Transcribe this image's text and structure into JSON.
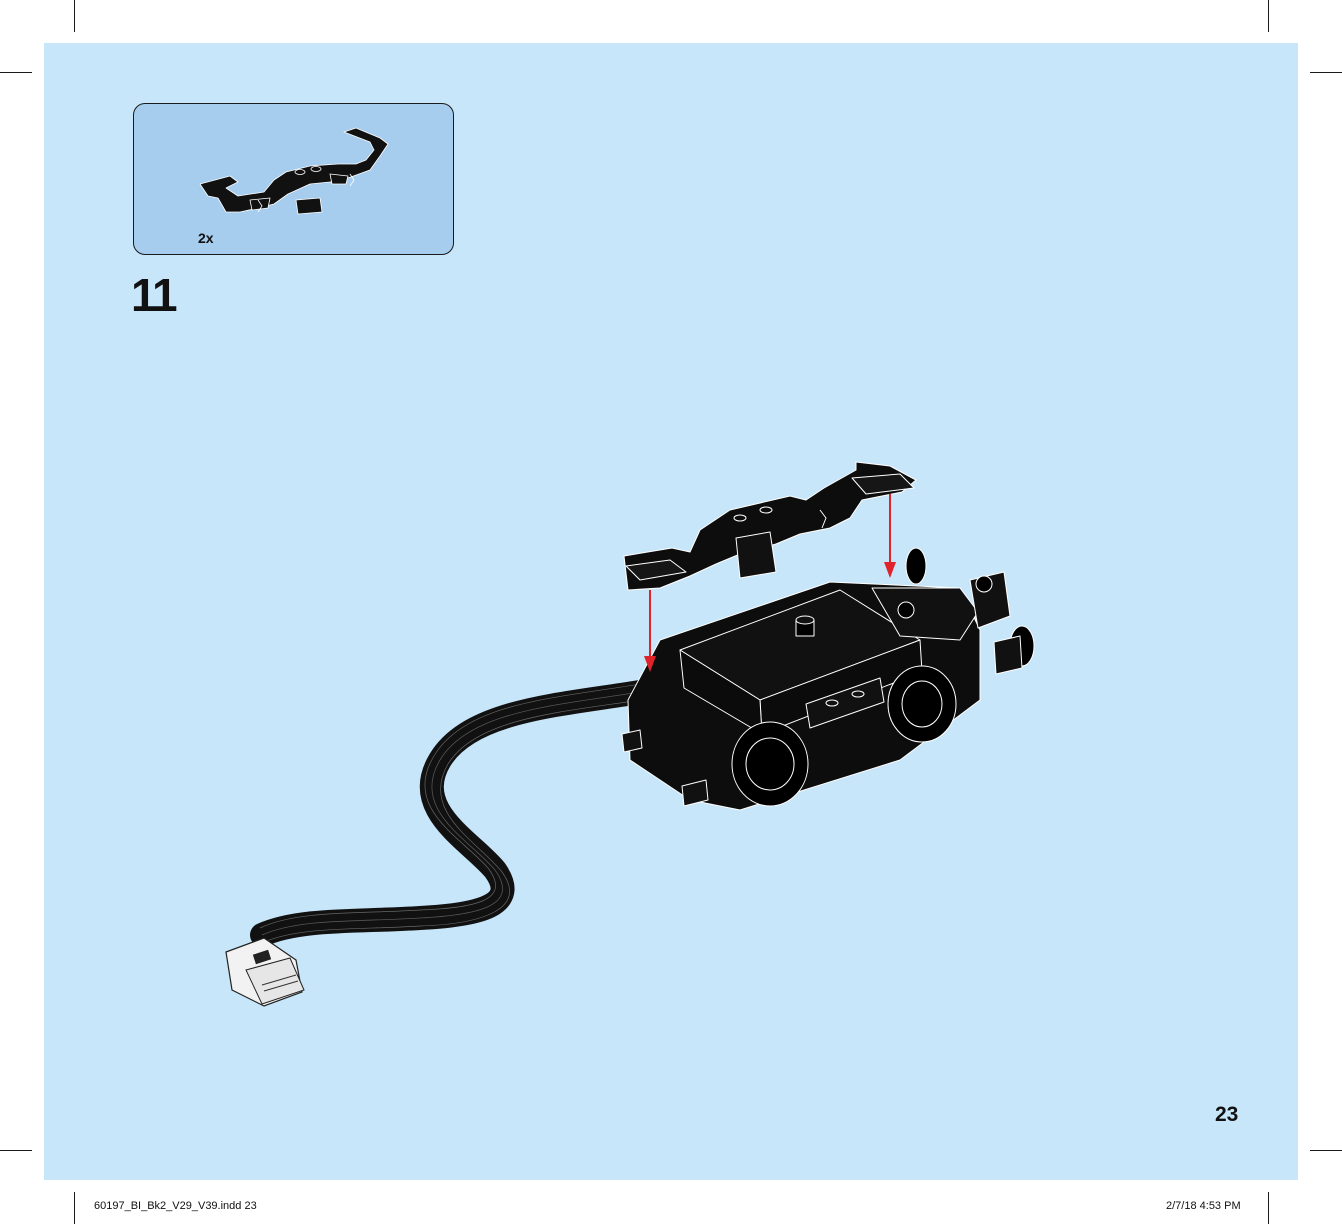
{
  "callout": {
    "quantity": "2x"
  },
  "step": {
    "number": "11"
  },
  "page": {
    "number": "23"
  },
  "slug": {
    "filename": "60197_BI_Bk2_V29_V39.indd   23",
    "datetime": "2/7/18   4:53 PM"
  },
  "colors": {
    "page_background": "#c8e6f9",
    "callout_background": "#a6cdee",
    "part": "#111111",
    "arrow": "#e0222a"
  },
  "icons": [
    "bogie-bracket-part-icon",
    "train-motor-assembly-icon",
    "insert-arrow-icon"
  ]
}
